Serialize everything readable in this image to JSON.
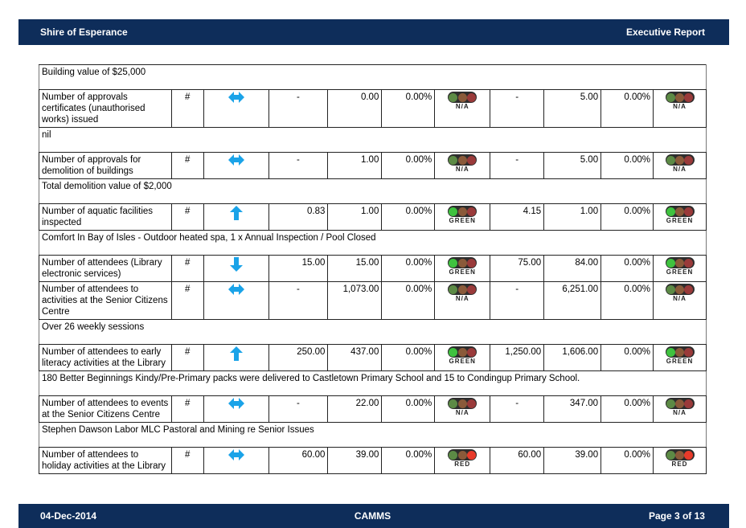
{
  "header": {
    "org": "Shire of Esperance",
    "report": "Executive Report"
  },
  "footer": {
    "date": "04-Dec-2014",
    "app": "CAMMS",
    "page": "Page 3 of 13"
  },
  "colors": {
    "bar": "#0e2d5a",
    "arrow": "#1aa3e8",
    "green_on": "#3fc23f",
    "green_off": "#5c8a45",
    "amber_off": "#8a5a3a",
    "red_off": "#9a3a3a",
    "red_on": "#e83a2a"
  },
  "rows": [
    {
      "type": "note",
      "text": "Building value of $25,000"
    },
    {
      "type": "data",
      "name": "Number of approvals certificates (unauthorised works) issued",
      "unit": "#",
      "trend": "both-arrow",
      "c1": "-",
      "c2": "0.00",
      "c3": "0.00%",
      "s1": "N/A",
      "c4": "-",
      "c5": "5.00",
      "c6": "0.00%",
      "s2": "N/A"
    },
    {
      "type": "note",
      "text": "nil"
    },
    {
      "type": "data",
      "name": "Number of approvals for demolition of buildings",
      "unit": "#",
      "trend": "both-arrow",
      "c1": "-",
      "c2": "1.00",
      "c3": "0.00%",
      "s1": "N/A",
      "c4": "-",
      "c5": "5.00",
      "c6": "0.00%",
      "s2": "N/A"
    },
    {
      "type": "note",
      "text": "Total demolition value of $2,000"
    },
    {
      "type": "data",
      "name": "Number of aquatic facilities inspected",
      "unit": "#",
      "trend": "up-arrow",
      "c1": "0.83",
      "c2": "1.00",
      "c3": "0.00%",
      "s1": "GREEN",
      "c4": "4.15",
      "c5": "1.00",
      "c6": "0.00%",
      "s2": "GREEN"
    },
    {
      "type": "note",
      "text": "Comfort In Bay of Isles - Outdoor heated spa, 1 x Annual Inspection / Pool Closed"
    },
    {
      "type": "data",
      "name": "Number of attendees (Library electronic services)",
      "unit": "#",
      "trend": "down-arrow",
      "c1": "15.00",
      "c2": "15.00",
      "c3": "0.00%",
      "s1": "GREEN",
      "c4": "75.00",
      "c5": "84.00",
      "c6": "0.00%",
      "s2": "GREEN"
    },
    {
      "type": "data",
      "name": "Number of attendees to activities at the Senior Citizens Centre",
      "unit": "#",
      "trend": "both-arrow",
      "c1": "-",
      "c2": "1,073.00",
      "c3": "0.00%",
      "s1": "N/A",
      "c4": "-",
      "c5": "6,251.00",
      "c6": "0.00%",
      "s2": "N/A"
    },
    {
      "type": "note",
      "text": "Over 26 weekly sessions"
    },
    {
      "type": "data",
      "name": "Number of attendees to early literacy activities at the Library",
      "unit": "#",
      "trend": "up-arrow",
      "c1": "250.00",
      "c2": "437.00",
      "c3": "0.00%",
      "s1": "GREEN",
      "c4": "1,250.00",
      "c5": "1,606.00",
      "c6": "0.00%",
      "s2": "GREEN"
    },
    {
      "type": "note",
      "text": "180 Better Beginnings Kindy/Pre-Primary packs were delivered to Castletown Primary School and 15 to Condingup Primary School."
    },
    {
      "type": "data",
      "name": "Number of attendees to events at the Senior Citizens Centre",
      "unit": "#",
      "trend": "both-arrow",
      "c1": "-",
      "c2": "22.00",
      "c3": "0.00%",
      "s1": "N/A",
      "c4": "-",
      "c5": "347.00",
      "c6": "0.00%",
      "s2": "N/A"
    },
    {
      "type": "note",
      "text": "Stephen Dawson Labor MLC Pastoral and Mining re Senior Issues"
    },
    {
      "type": "data",
      "name": "Number of attendees to holiday activities at the Library",
      "unit": "#",
      "trend": "both-arrow",
      "c1": "60.00",
      "c2": "39.00",
      "c3": "0.00%",
      "s1": "RED",
      "c4": "60.00",
      "c5": "39.00",
      "c6": "0.00%",
      "s2": "RED"
    }
  ]
}
